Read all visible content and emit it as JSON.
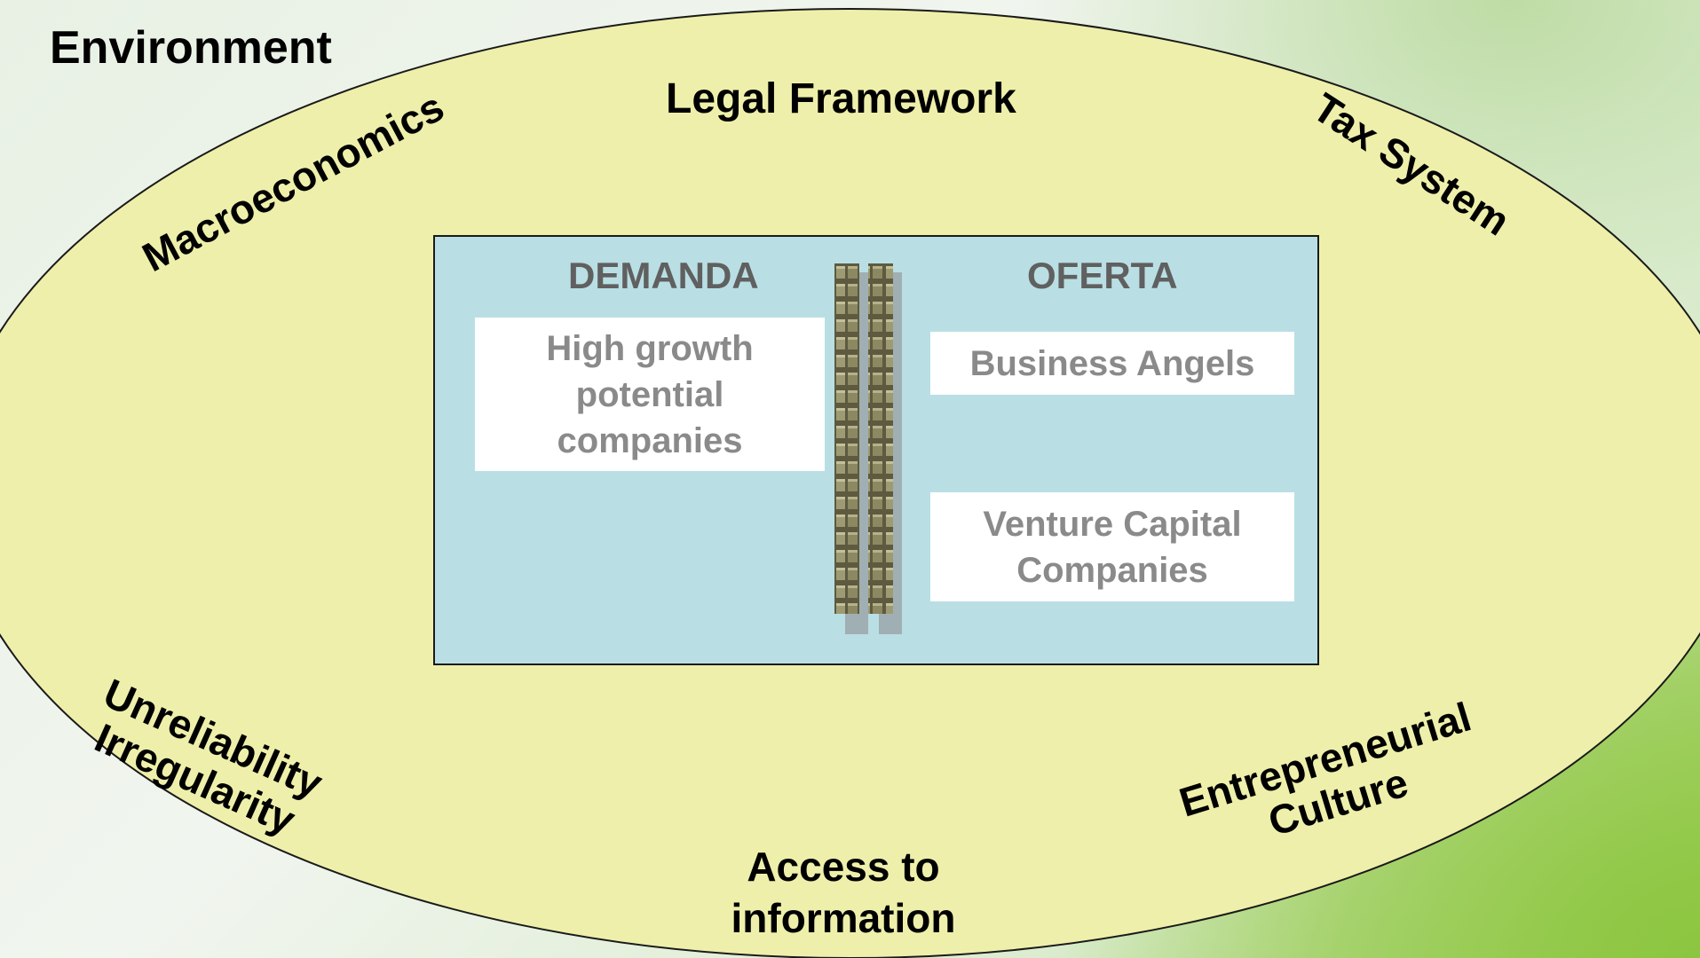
{
  "environment": {
    "title": "Environment",
    "factors": {
      "legal_framework": "Legal Framework",
      "macroeconomics": "Macroeconomics",
      "tax_system": "Tax System",
      "unreliability_line1": "Unreliability",
      "unreliability_line2": "Irregularity",
      "entrepreneurial_line1": "Entrepreneurial",
      "entrepreneurial_line2": "Culture",
      "access_line1": "Access to",
      "access_line2": "information"
    }
  },
  "market": {
    "demand_header": "DEMANDA",
    "supply_header": "OFERTA",
    "demand_items": [
      "High growth potential companies"
    ],
    "supply_items": [
      "Business Angels",
      "Venture Capital Companies"
    ]
  },
  "colors": {
    "ellipse_fill": "#eeefaa",
    "box_fill": "#b9dfe4",
    "card_text": "#8a8a8a",
    "header_text": "#606060",
    "background_accent": "#8cc63f"
  }
}
